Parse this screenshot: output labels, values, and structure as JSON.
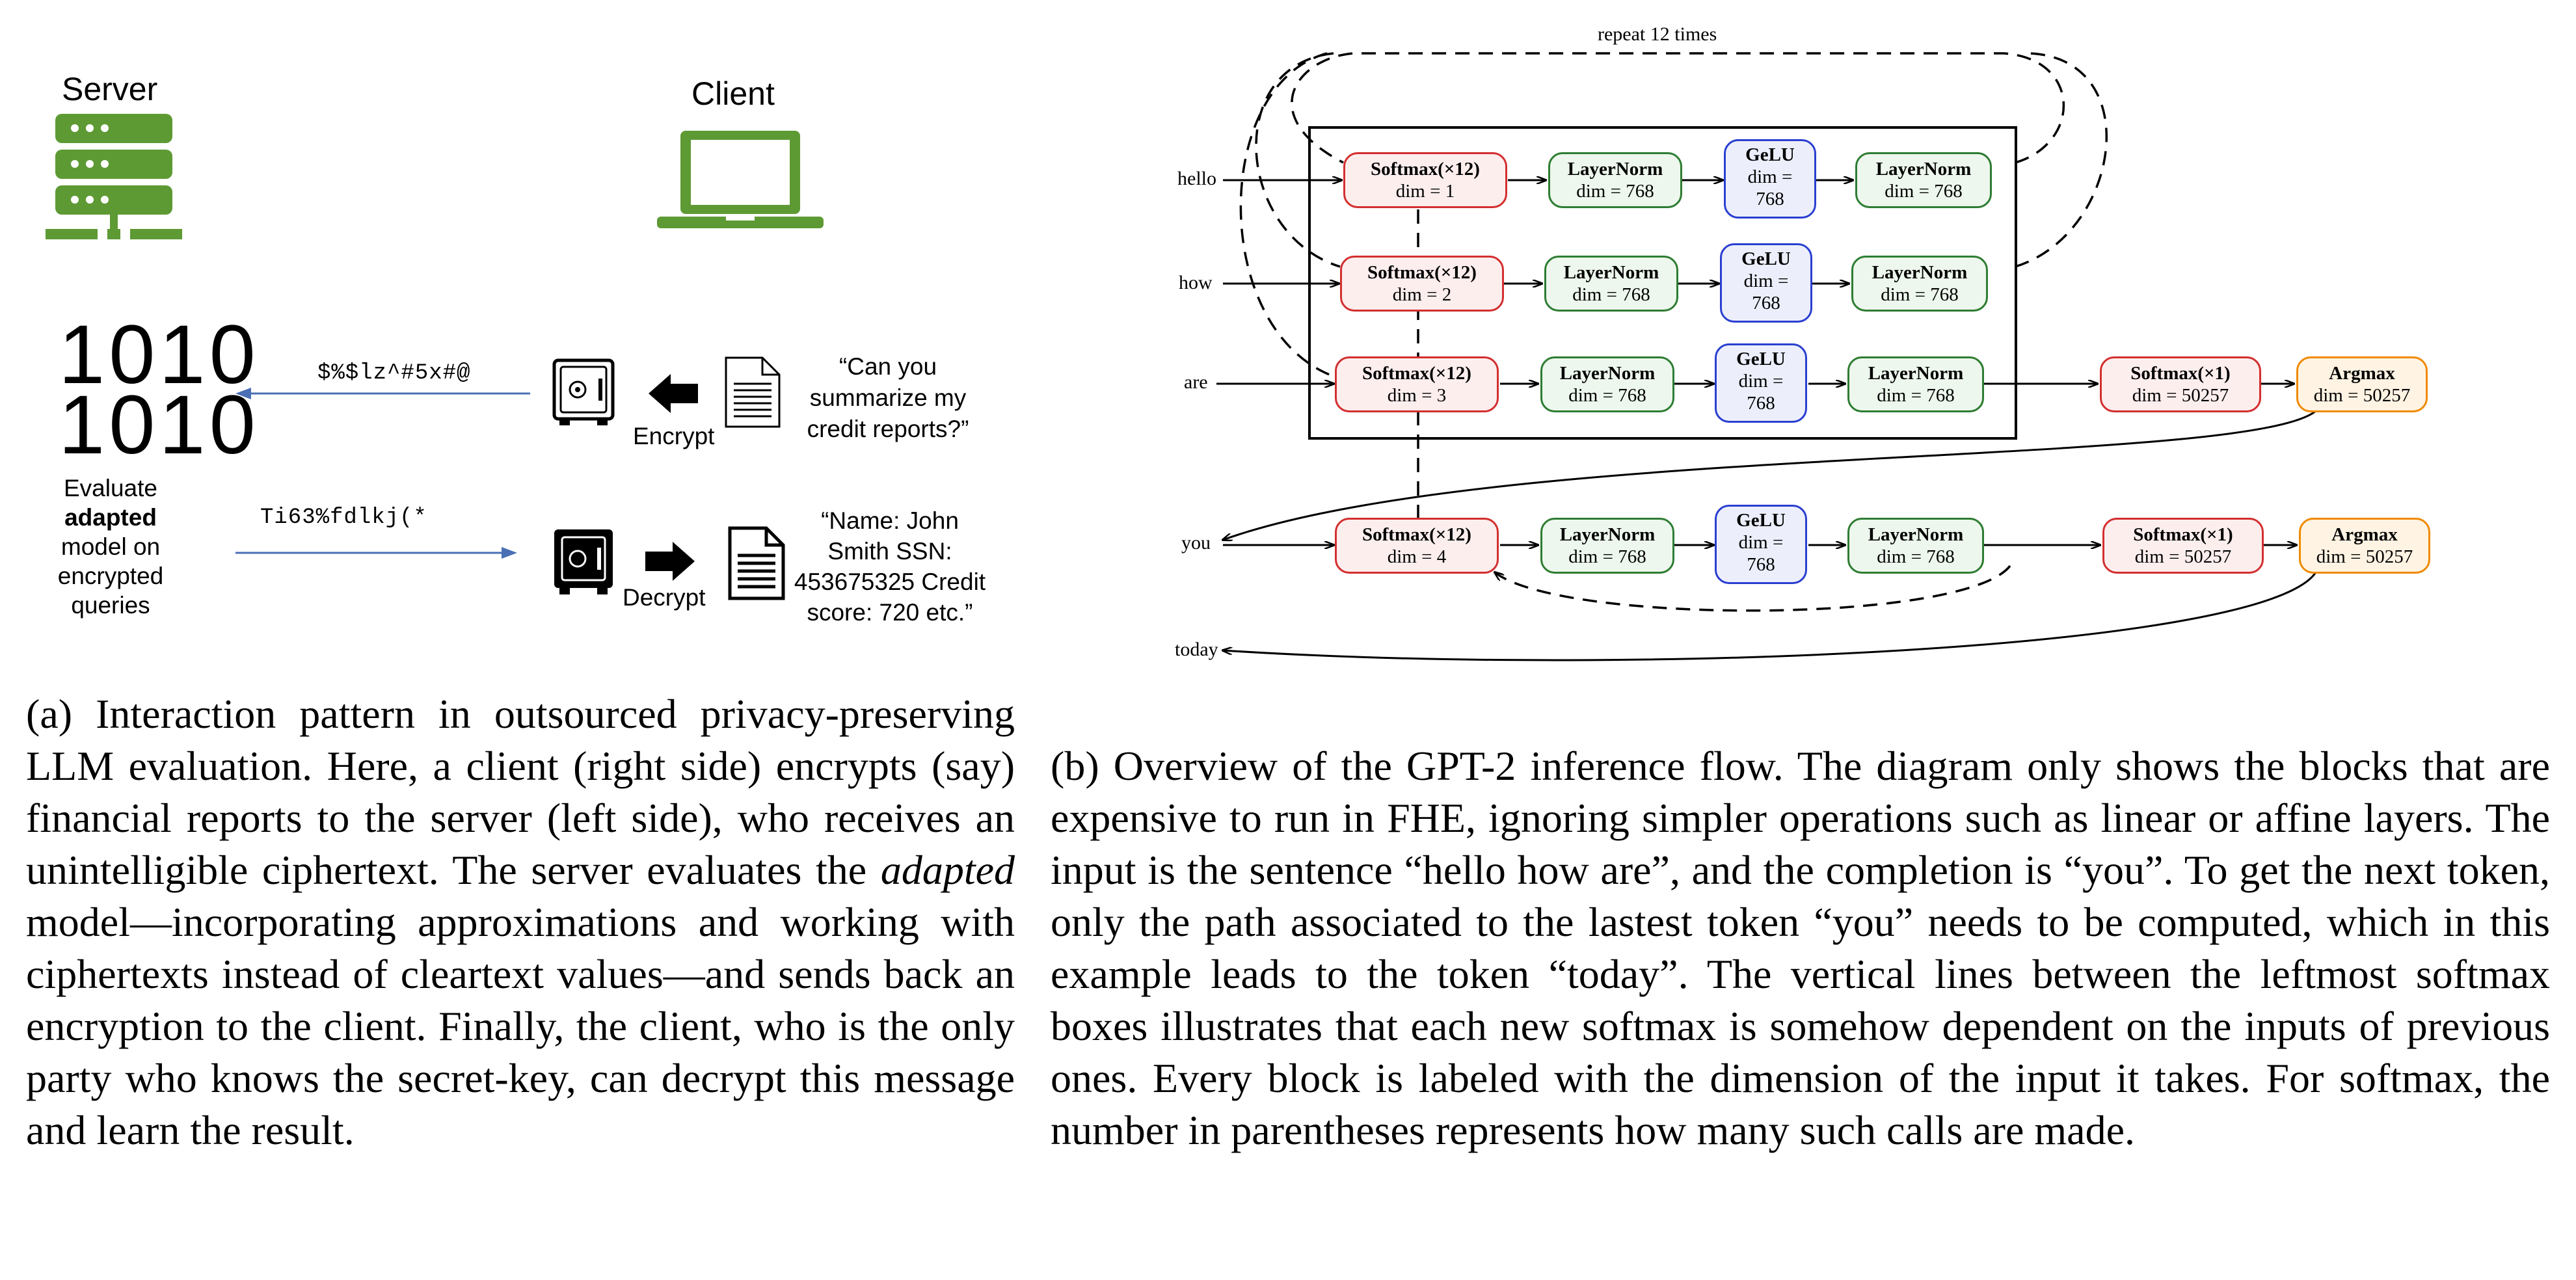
{
  "figure_a": {
    "server_label": "Server",
    "client_label": "Client",
    "binary_lines": [
      "1010",
      "1010"
    ],
    "evaluate_pre": "Evaluate",
    "evaluate_bold": "adapted",
    "evaluate_post": "model on encrypted queries",
    "ciphertext_out": "$%$lz^#5x#@",
    "ciphertext_in": "Ti63%fdlkj(*",
    "query_text": "“Can you summarize my credit reports?”",
    "result_text": "“Name: John Smith SSN:  453675325 Credit score: 720 etc.”",
    "encrypt_label": "Encrypt",
    "decrypt_label": "Decrypt",
    "colors": {
      "server_green": "#5e9a34",
      "arrow_blue": "#4a6fb5"
    },
    "icons": [
      "server-icon",
      "laptop-icon",
      "safe-open-icon",
      "safe-closed-icon",
      "document-icon",
      "arrow-icon"
    ]
  },
  "figure_b": {
    "repeat_label": "repeat 12 times",
    "tokens": [
      "hello",
      "how",
      "are",
      "you",
      "today"
    ],
    "rows": [
      {
        "softmax_title": "Softmax(×12)",
        "softmax_dim": "dim = 1",
        "ln1": "LayerNorm",
        "ln1_dim": "dim = 768",
        "gelu": "GeLU",
        "gelu_dim1": "dim =",
        "gelu_dim2": "768",
        "ln2": "LayerNorm",
        "ln2_dim": "dim = 768"
      },
      {
        "softmax_title": "Softmax(×12)",
        "softmax_dim": "dim = 2",
        "ln1": "LayerNorm",
        "ln1_dim": "dim = 768",
        "gelu": "GeLU",
        "gelu_dim1": "dim =",
        "gelu_dim2": "768",
        "ln2": "LayerNorm",
        "ln2_dim": "dim = 768"
      },
      {
        "softmax_title": "Softmax(×12)",
        "softmax_dim": "dim = 3",
        "ln1": "LayerNorm",
        "ln1_dim": "dim = 768",
        "gelu": "GeLU",
        "gelu_dim1": "dim =",
        "gelu_dim2": "768",
        "ln2": "LayerNorm",
        "ln2_dim": "dim = 768",
        "out_softmax": "Softmax(×1)",
        "out_softmax_dim": "dim = 50257",
        "argmax": "Argmax",
        "argmax_dim": "dim = 50257"
      },
      {
        "softmax_title": "Softmax(×12)",
        "softmax_dim": "dim = 4",
        "ln1": "LayerNorm",
        "ln1_dim": "dim = 768",
        "gelu": "GeLU",
        "gelu_dim1": "dim =",
        "gelu_dim2": "768",
        "ln2": "LayerNorm",
        "ln2_dim": "dim = 768",
        "out_softmax": "Softmax(×1)",
        "out_softmax_dim": "dim = 50257",
        "argmax": "Argmax",
        "argmax_dim": "dim = 50257"
      }
    ],
    "colors": {
      "softmax": "#d32f2f",
      "layernorm": "#2e7d32",
      "gelu": "#2a3fd0",
      "argmax": "#f08a00"
    }
  },
  "captions": {
    "a_prefix": "(a) Interaction pattern in outsourced privacy-preserving LLM evaluation. Here, a client (right side) encrypts (say) financial reports to the server (left side), who receives an unintelligible ciphertext. The server evaluates the ",
    "a_italic": "adapted",
    "a_suffix": " model—incorporating approximations and working with ciphertexts instead of cleartext values—and sends back an encryption to the client. Finally, the client, who is the only party who knows the secret-key, can decrypt this message and learn the result.",
    "b": "(b) Overview of the GPT-2 inference flow. The diagram only shows the blocks that are expensive to run in FHE, ignoring simpler operations such as linear or affine layers. The input is the sentence “hello how are”, and the completion is “you”. To get the next token, only the path associated to the lastest token “you” needs to be computed, which in this example leads to the token “today”. The vertical lines between the leftmost softmax boxes illustrates that each new softmax is somehow dependent on the inputs of previous ones. Every block is labeled with the dimension of the input it takes. For softmax, the number in parentheses represents how many such calls are made."
  }
}
